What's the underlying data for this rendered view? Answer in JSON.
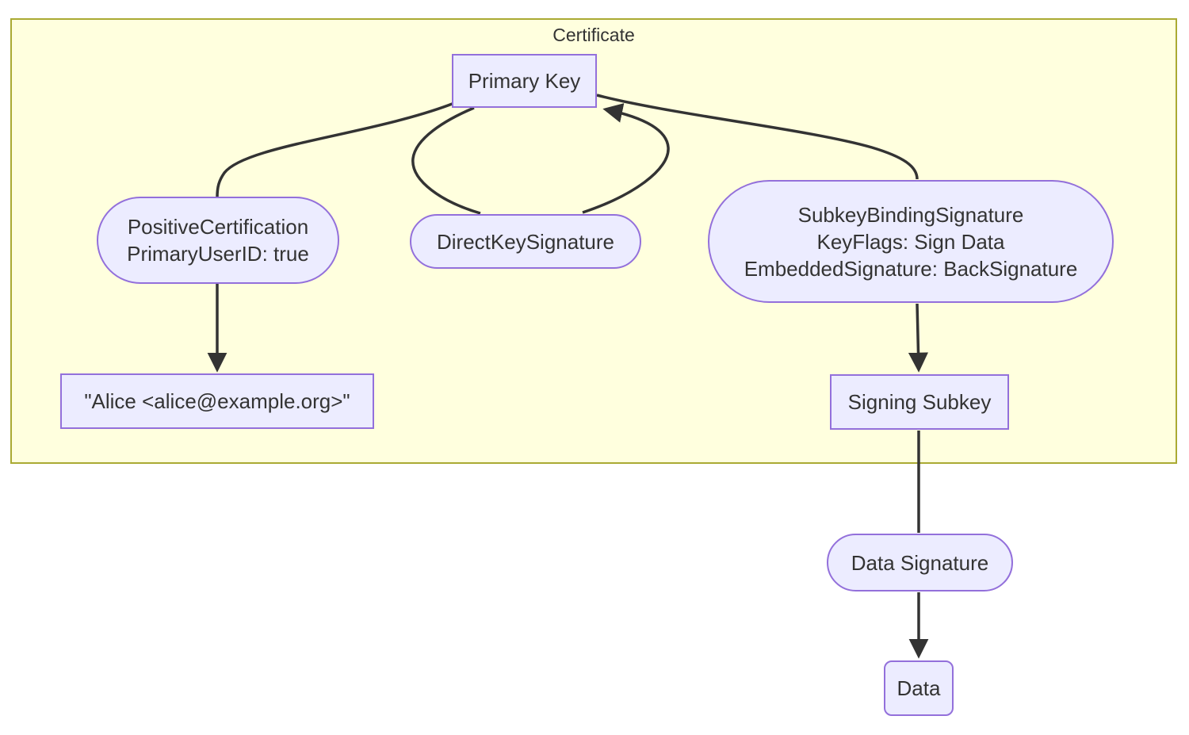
{
  "diagram": {
    "cluster": {
      "label": "Certificate"
    },
    "nodes": {
      "primary_key": {
        "shape": "rect",
        "lines": [
          "Primary Key"
        ]
      },
      "positive_certification": {
        "shape": "stadium",
        "lines": [
          "PositiveCertification",
          "PrimaryUserID: true"
        ]
      },
      "direct_key_signature": {
        "shape": "stadium",
        "lines": [
          "DirectKeySignature"
        ]
      },
      "subkey_binding_signature": {
        "shape": "stadium",
        "lines": [
          "SubkeyBindingSignature",
          "KeyFlags: Sign Data",
          "EmbeddedSignature: BackSignature"
        ]
      },
      "user_id": {
        "shape": "rect",
        "lines": [
          "\"Alice <alice@example.org>\""
        ]
      },
      "signing_subkey": {
        "shape": "rect",
        "lines": [
          "Signing Subkey"
        ]
      },
      "data_signature": {
        "shape": "stadium",
        "lines": [
          "Data Signature"
        ]
      },
      "data": {
        "shape": "rounded-rect",
        "lines": [
          "Data"
        ]
      }
    },
    "edges": [
      {
        "from": "primary_key",
        "to": "positive_certification",
        "arrow": false
      },
      {
        "from": "positive_certification",
        "to": "user_id",
        "arrow": true
      },
      {
        "from": "primary_key",
        "to": "direct_key_signature",
        "arrow": false
      },
      {
        "from": "direct_key_signature",
        "to": "primary_key",
        "arrow": true
      },
      {
        "from": "primary_key",
        "to": "subkey_binding_signature",
        "arrow": false
      },
      {
        "from": "subkey_binding_signature",
        "to": "signing_subkey",
        "arrow": true
      },
      {
        "from": "signing_subkey",
        "to": "data_signature",
        "arrow": false
      },
      {
        "from": "data_signature",
        "to": "data",
        "arrow": true
      }
    ],
    "colors": {
      "node_fill": "#ECECFF",
      "node_border": "#9370DB",
      "cluster_fill": "#FFFFDE",
      "cluster_border": "#AAAA33",
      "edge": "#333333",
      "text": "#333333",
      "page_background": "#FFFFFF"
    }
  }
}
